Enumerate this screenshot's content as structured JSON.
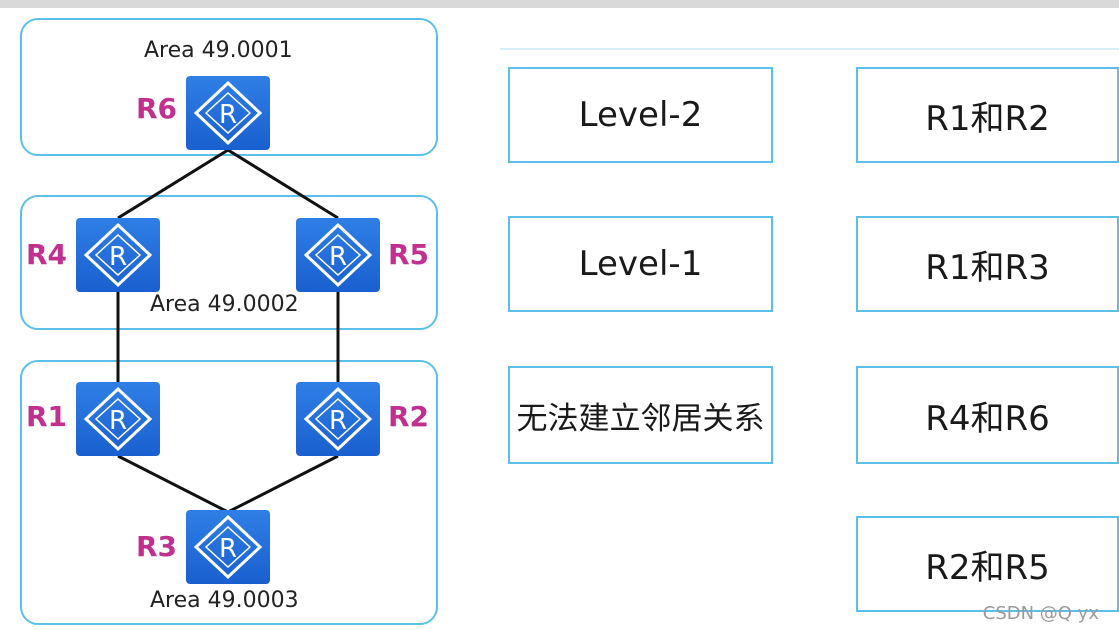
{
  "areas": [
    {
      "id": "area1",
      "label": "Area 49.0001"
    },
    {
      "id": "area2",
      "label": "Area 49.0002"
    },
    {
      "id": "area3",
      "label": "Area 49.0003"
    }
  ],
  "routers": [
    {
      "id": "R6",
      "label": "R6",
      "icon_letter": "R"
    },
    {
      "id": "R4",
      "label": "R4",
      "icon_letter": "R"
    },
    {
      "id": "R5",
      "label": "R5",
      "icon_letter": "R"
    },
    {
      "id": "R1",
      "label": "R1",
      "icon_letter": "R"
    },
    {
      "id": "R2",
      "label": "R2",
      "icon_letter": "R"
    },
    {
      "id": "R3",
      "label": "R3",
      "icon_letter": "R"
    }
  ],
  "links": [
    {
      "from": "R6",
      "to": "R4"
    },
    {
      "from": "R6",
      "to": "R5"
    },
    {
      "from": "R4",
      "to": "R1"
    },
    {
      "from": "R5",
      "to": "R2"
    },
    {
      "from": "R1",
      "to": "R3"
    },
    {
      "from": "R2",
      "to": "R3"
    }
  ],
  "options_left": [
    "Level-2",
    "Level-1",
    "无法建立邻居关系"
  ],
  "options_right": [
    "R1和R2",
    "R1和R3",
    "R4和R6",
    "R2和R5"
  ],
  "watermark": "CSDN @Q  yx",
  "colors": {
    "border": "#5bc0e8",
    "router_fill": "#1f6bd9",
    "router_label": "#c2308f",
    "link": "#111111"
  }
}
